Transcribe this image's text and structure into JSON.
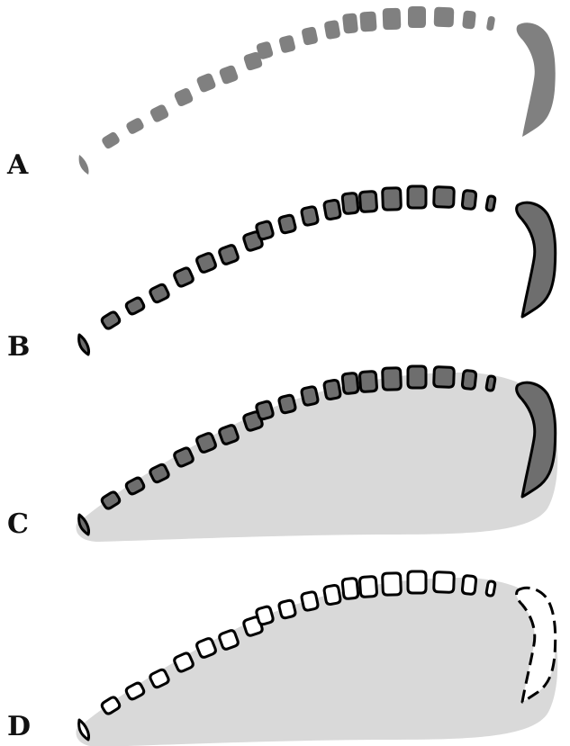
{
  "figure": {
    "panels": [
      {
        "id": "A",
        "label": "A",
        "style": "gray-silhouette",
        "body_outline": false
      },
      {
        "id": "B",
        "label": "B",
        "style": "outlined-dark-segments",
        "body_outline": false
      },
      {
        "id": "C",
        "label": "C",
        "style": "outlined-dark-segments-with-body",
        "body_outline": true
      },
      {
        "id": "D",
        "label": "D",
        "style": "outlined-white-segments-with-body",
        "body_outline": true
      }
    ],
    "colors": {
      "segment_gray": "#808080",
      "segment_dark": "#6e6e6e",
      "outline": "#000000",
      "body_fill": "#d9d9d9",
      "open_fill": "#ffffff",
      "label": "#111111"
    }
  }
}
